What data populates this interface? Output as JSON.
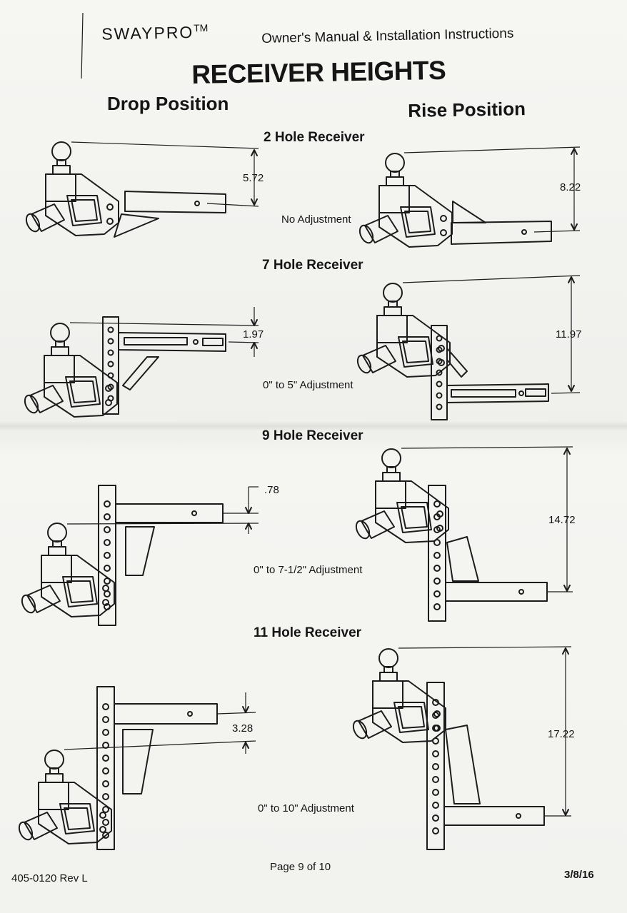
{
  "header": {
    "brand": "SWAYPRO",
    "trademark": "TM",
    "manual_title": "Owner's Manual & Installation Instructions"
  },
  "page_title": "RECEIVER HEIGHTS",
  "columns": {
    "drop": "Drop Position",
    "rise": "Rise Position"
  },
  "sections": [
    {
      "name": "2 Hole Receiver",
      "adjustment": "No Adjustment",
      "drop_dim": "5.72",
      "rise_dim": "8.22"
    },
    {
      "name": "7 Hole Receiver",
      "adjustment": "0\" to 5\" Adjustment",
      "drop_dim": "1.97",
      "rise_dim": "11.97"
    },
    {
      "name": "9 Hole Receiver",
      "adjustment": "0\" to 7-1/2\" Adjustment",
      "drop_dim": ".78",
      "rise_dim": "14.72"
    },
    {
      "name": "11 Hole Receiver",
      "adjustment": "0\" to 10\" Adjustment",
      "drop_dim": "3.28",
      "rise_dim": "17.22"
    }
  ],
  "footer": {
    "part_number": "405-0120 Rev L",
    "page": "Page 9 of 10",
    "date": "3/8/16"
  }
}
